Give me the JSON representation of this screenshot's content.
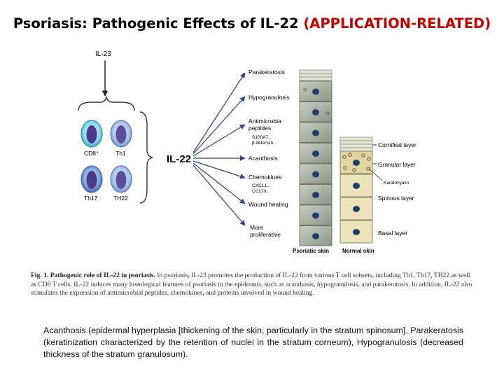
{
  "title": {
    "main": "Psoriasis: Pathogenic Effects of IL-22 ",
    "highlight": "(APPLICATION-RELATED)"
  },
  "colors": {
    "highlight": "#c00000",
    "arrow": "#2f4b82",
    "nucleus": "#1f3f6e",
    "psoriatic_cell": "#a9b2a4",
    "normal_cell": "#ece3ba",
    "cornified_cell": "#e6e7d6"
  },
  "diagram": {
    "il23": "IL-23",
    "il22": "IL-22",
    "t_cells": [
      "CD8⁺",
      "Th1",
      "Th17",
      "TH22"
    ],
    "effects": [
      {
        "label": "Parakeratosis",
        "sub": ""
      },
      {
        "label": "Hypogranulosis",
        "sub": ""
      },
      {
        "label": "Antimicrobia\npeptides",
        "sub": "S100A7...\nβ defensin..."
      },
      {
        "label": "Acanthosis",
        "sub": ""
      },
      {
        "label": "Chemokines",
        "sub": "CXCL1...\nCCL20..."
      },
      {
        "label": "Wound healing",
        "sub": ""
      },
      {
        "label": "More\nproliferative",
        "sub": ""
      }
    ],
    "layers": [
      "Cornified layer",
      "Granular layer",
      "Keratohyalin",
      "Spinous layer",
      "Basal layer"
    ],
    "skin_labels": [
      "Psoriatic skin",
      "Normal skin"
    ]
  },
  "caption": {
    "lead": "Fig. 1. Pathogenic role of IL-22 in psoriasis.",
    "body": " In psoriasis, IL-23 promotes the production of IL-22 from various T cell subsets, including Th1, Th17, TH22 as well as CD8 T cells. IL-22 induces many histological features of psoriasis in the epidermis, such as acanthosis, hypogranulosis, and parakeratosis. In addition, IL-22 also stimulates the expression of antimicrobial peptides, chemokines, and proteins involved in wound healing."
  },
  "note": "Acanthosis (epidermal hyperplasia [thickening of the skin, particularly in the stratum spinosum], Parakeratosis (keratinization characterized by the retention of nuclei in the stratum corneum), Hypogranulosis (decreased thickness of the stratum granulosum)."
}
